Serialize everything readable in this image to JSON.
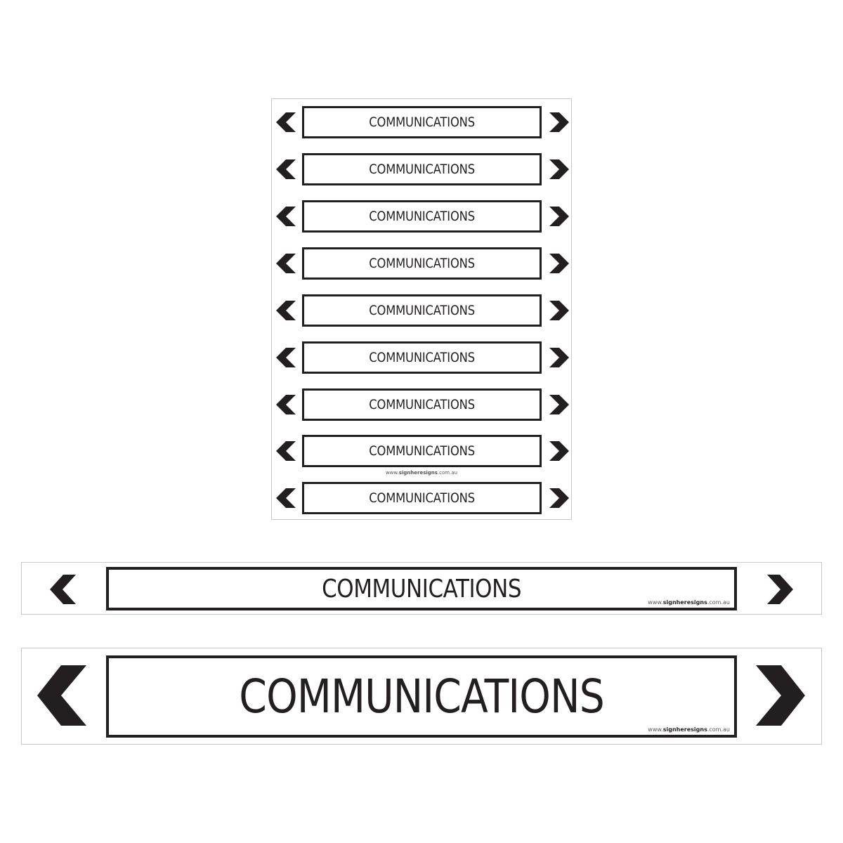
{
  "sheet": {
    "labels": [
      "COMMUNICATIONS",
      "COMMUNICATIONS",
      "COMMUNICATIONS",
      "COMMUNICATIONS",
      "COMMUNICATIONS",
      "COMMUNICATIONS",
      "COMMUNICATIONS",
      "COMMUNICATIONS",
      "COMMUNICATIONS"
    ],
    "url_prefix": "www.",
    "url_brand": "signheresigns",
    "url_suffix": ".com.au",
    "arrow_left_icon": "chevron-left-icon",
    "arrow_right_icon": "chevron-right-icon"
  },
  "strip_medium": {
    "label": "COMMUNICATIONS",
    "url_prefix": "www.",
    "url_brand": "signheresigns",
    "url_suffix": ".com.au"
  },
  "strip_large": {
    "label": "COMMUNICATIONS",
    "url_prefix": "www.",
    "url_brand": "signheresigns",
    "url_suffix": ".com.au"
  },
  "colors": {
    "ink": "#231f20",
    "background": "#ffffff",
    "border": "#c8c8c8"
  }
}
